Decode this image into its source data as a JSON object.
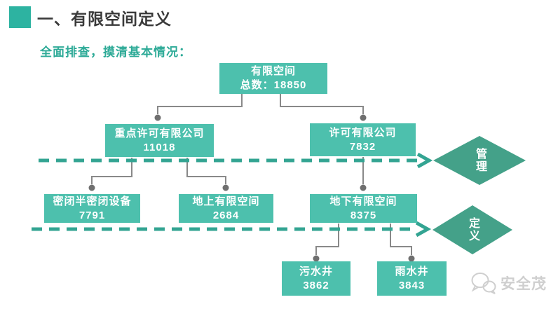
{
  "page": {
    "title": "一、有限空间定义",
    "subtitle": "全面排查，摸清基本情况："
  },
  "nodes": {
    "root": {
      "label": "有限空间",
      "value": "总数：18850"
    },
    "key_licensed": {
      "label": "重点许可有限公司",
      "value": "11018"
    },
    "licensed": {
      "label": "许可有限公司",
      "value": "7832"
    },
    "closed_equipment": {
      "label": "密闭半密闭设备",
      "value": "7791"
    },
    "above_ground": {
      "label": "地上有限空间",
      "value": "2684"
    },
    "below_ground": {
      "label": "地下有限空间",
      "value": "8375"
    },
    "sewage_well": {
      "label": "污水井",
      "value": "3862"
    },
    "rain_well": {
      "label": "雨水井",
      "value": "3843"
    }
  },
  "flags": {
    "management": {
      "label": "管理"
    },
    "definition": {
      "label": "定义"
    }
  },
  "watermark": {
    "text": "安全茂"
  },
  "colors": {
    "node_fill": "#4dc0ad",
    "diamond_fill": "#44a189",
    "dashed_line": "#33a492",
    "connector_gray": "#898989",
    "title_square": "#2db3a1",
    "title_text": "#3a3a3a",
    "subtitle_text": "#2daa97",
    "watermark_gray": "#cfcfcf"
  }
}
